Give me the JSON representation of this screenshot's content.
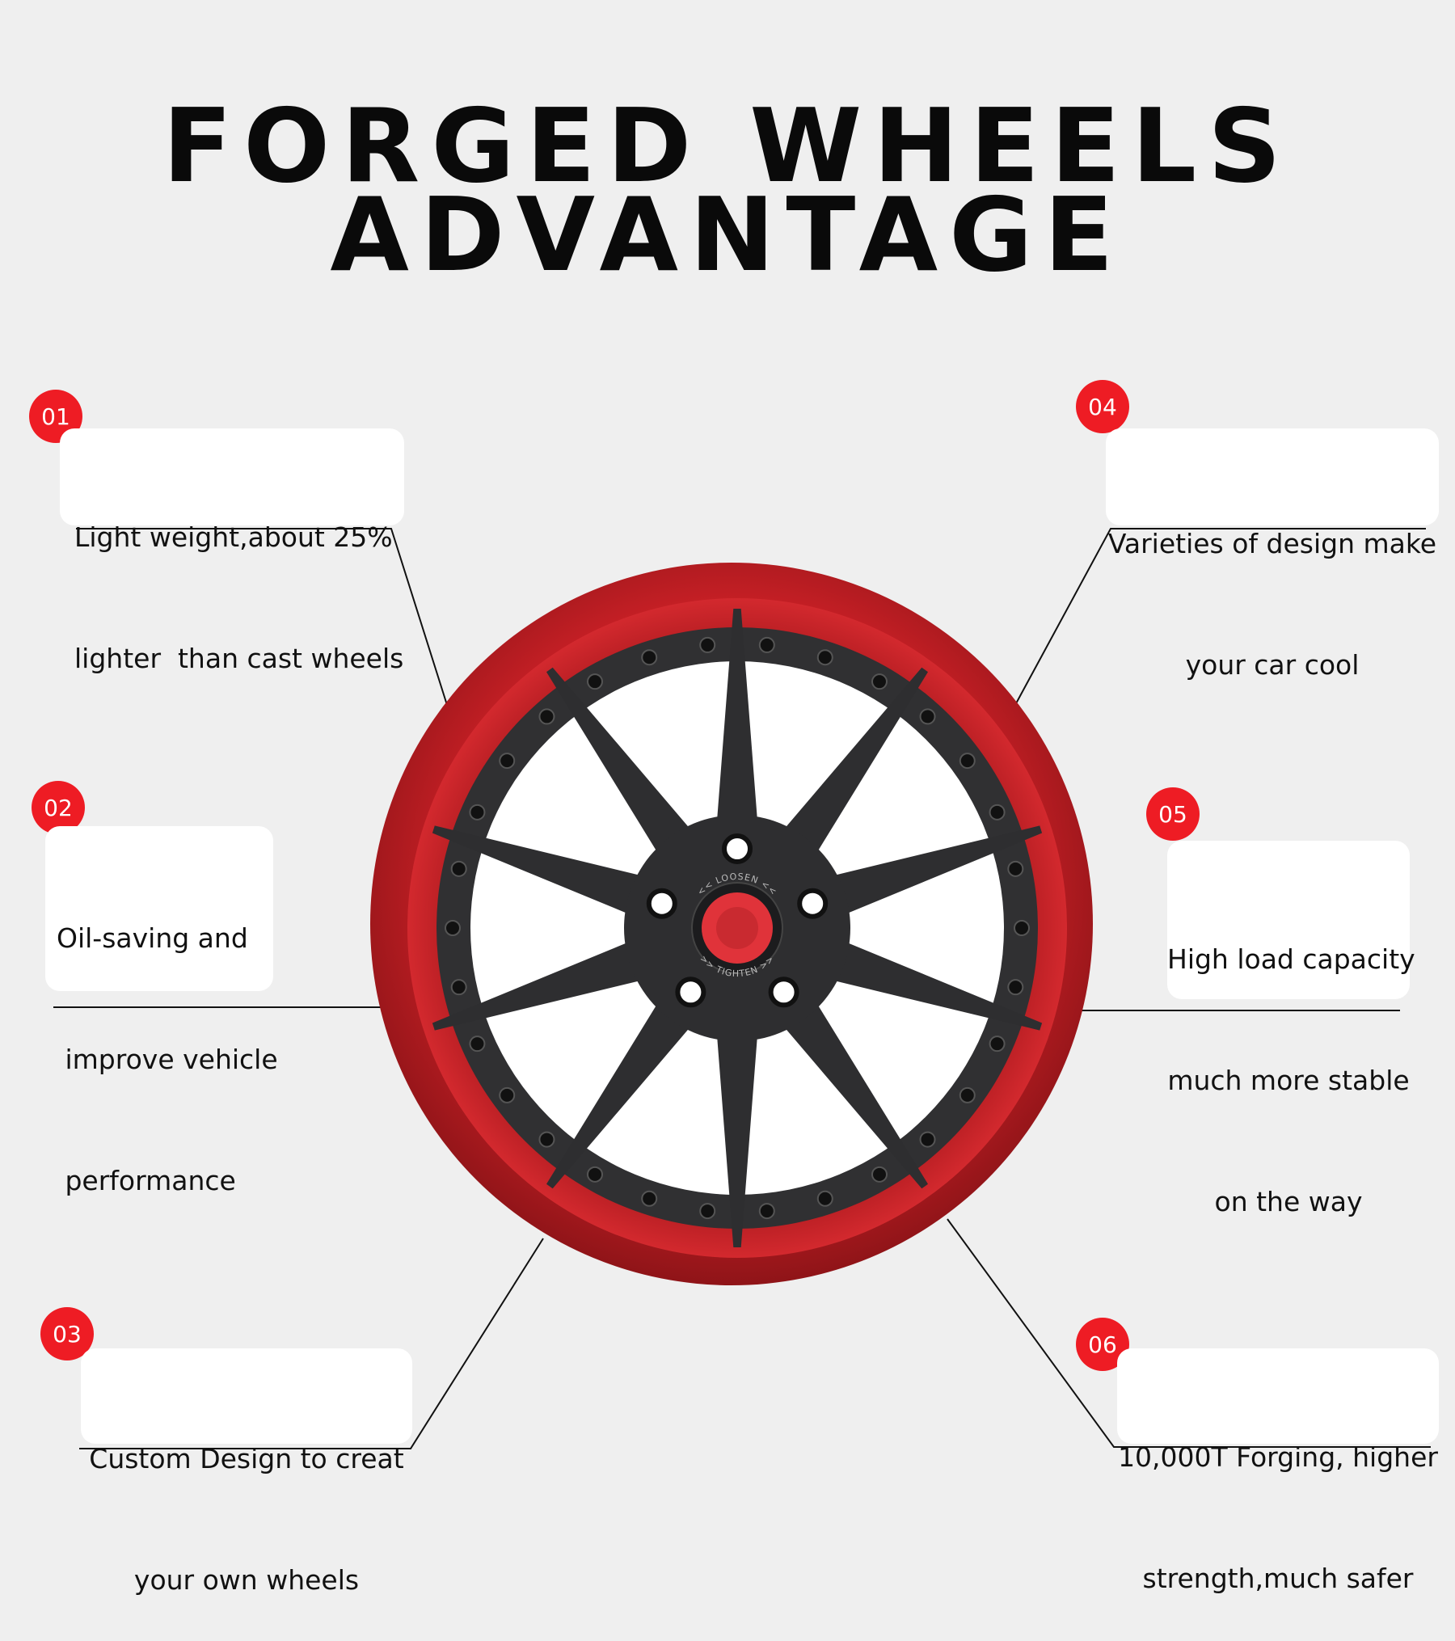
{
  "title": {
    "line1": "FORGED WHEELS",
    "line2": "ADVANTAGE"
  },
  "colors": {
    "background": "#efefef",
    "badge": "#ee1c24",
    "rim": "#c92026",
    "spokes": "#2e2e30",
    "center_cap": "#e0333a"
  },
  "hub_text": {
    "loosen": "<< LOOSEN <<",
    "tighten": ">> TIGHTEN >>"
  },
  "features": [
    {
      "number": "01",
      "lines": [
        "Light weight,about 25%",
        "lighter  than cast wheels"
      ]
    },
    {
      "number": "02",
      "lines": [
        "Oil-saving and",
        " improve vehicle",
        " performance"
      ]
    },
    {
      "number": "03",
      "lines": [
        "Custom Design to creat",
        "your own wheels"
      ]
    },
    {
      "number": "04",
      "lines": [
        "Varieties of design make",
        "your car cool"
      ]
    },
    {
      "number": "05",
      "lines": [
        "High load capacity",
        "much more stable",
        "on the way"
      ]
    },
    {
      "number": "06",
      "lines": [
        "10,000T Forging, higher",
        "strength,much safer"
      ]
    }
  ]
}
